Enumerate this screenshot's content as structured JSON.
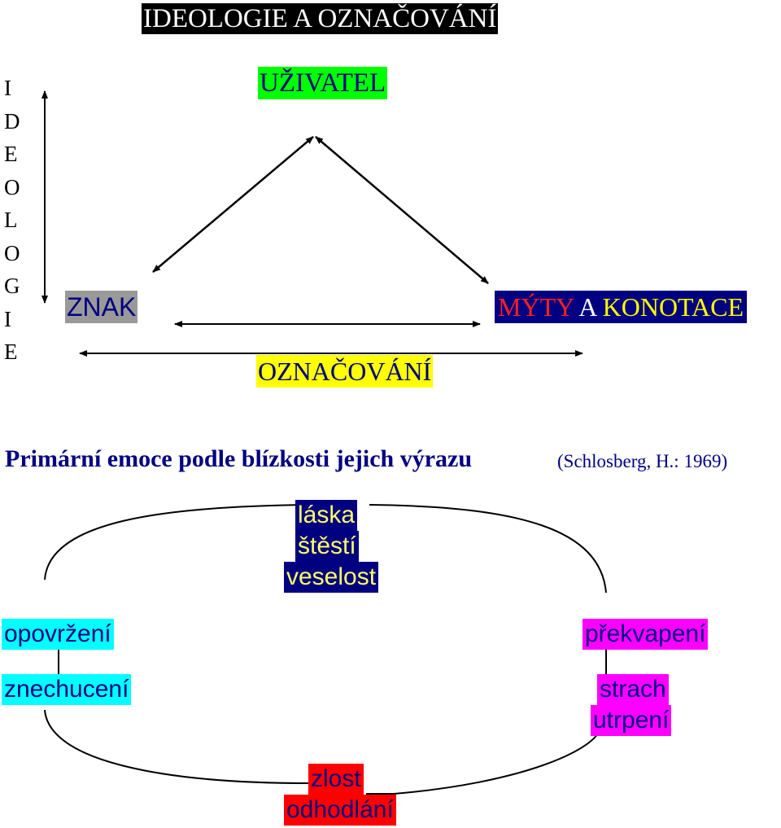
{
  "title": "IDEOLOGIE A OZNAČOVÁNÍ",
  "vertical_label": [
    "I",
    "D",
    "E",
    "O",
    "L",
    "O",
    "G",
    "I",
    "E"
  ],
  "nodes": {
    "uzivatel": "UŽIVATEL",
    "znak": "ZNAK",
    "myty_part1": "MÝTY",
    "myty_part2": "A",
    "myty_part3": "KONOTACE",
    "oznacovani": "OZNAČOVÁNÍ"
  },
  "emotions": {
    "heading": "Primární emoce podle blízkosti jejich výrazu",
    "citation": "(Schlosberg, H.: 1969)",
    "top": [
      "láska",
      "štěstí",
      "veselost"
    ],
    "left": [
      "opovržení",
      "znechucení"
    ],
    "right": [
      "překvapení",
      "strach",
      "utrpení"
    ],
    "bottom": [
      "zlost",
      "odhodlání"
    ]
  },
  "colors": {
    "navy": "#000080",
    "green": "#00ff00",
    "grey": "#999999",
    "yellow": "#ffff00",
    "cyan": "#00ffff",
    "magenta": "#ff00ff",
    "red": "#ff0000"
  }
}
